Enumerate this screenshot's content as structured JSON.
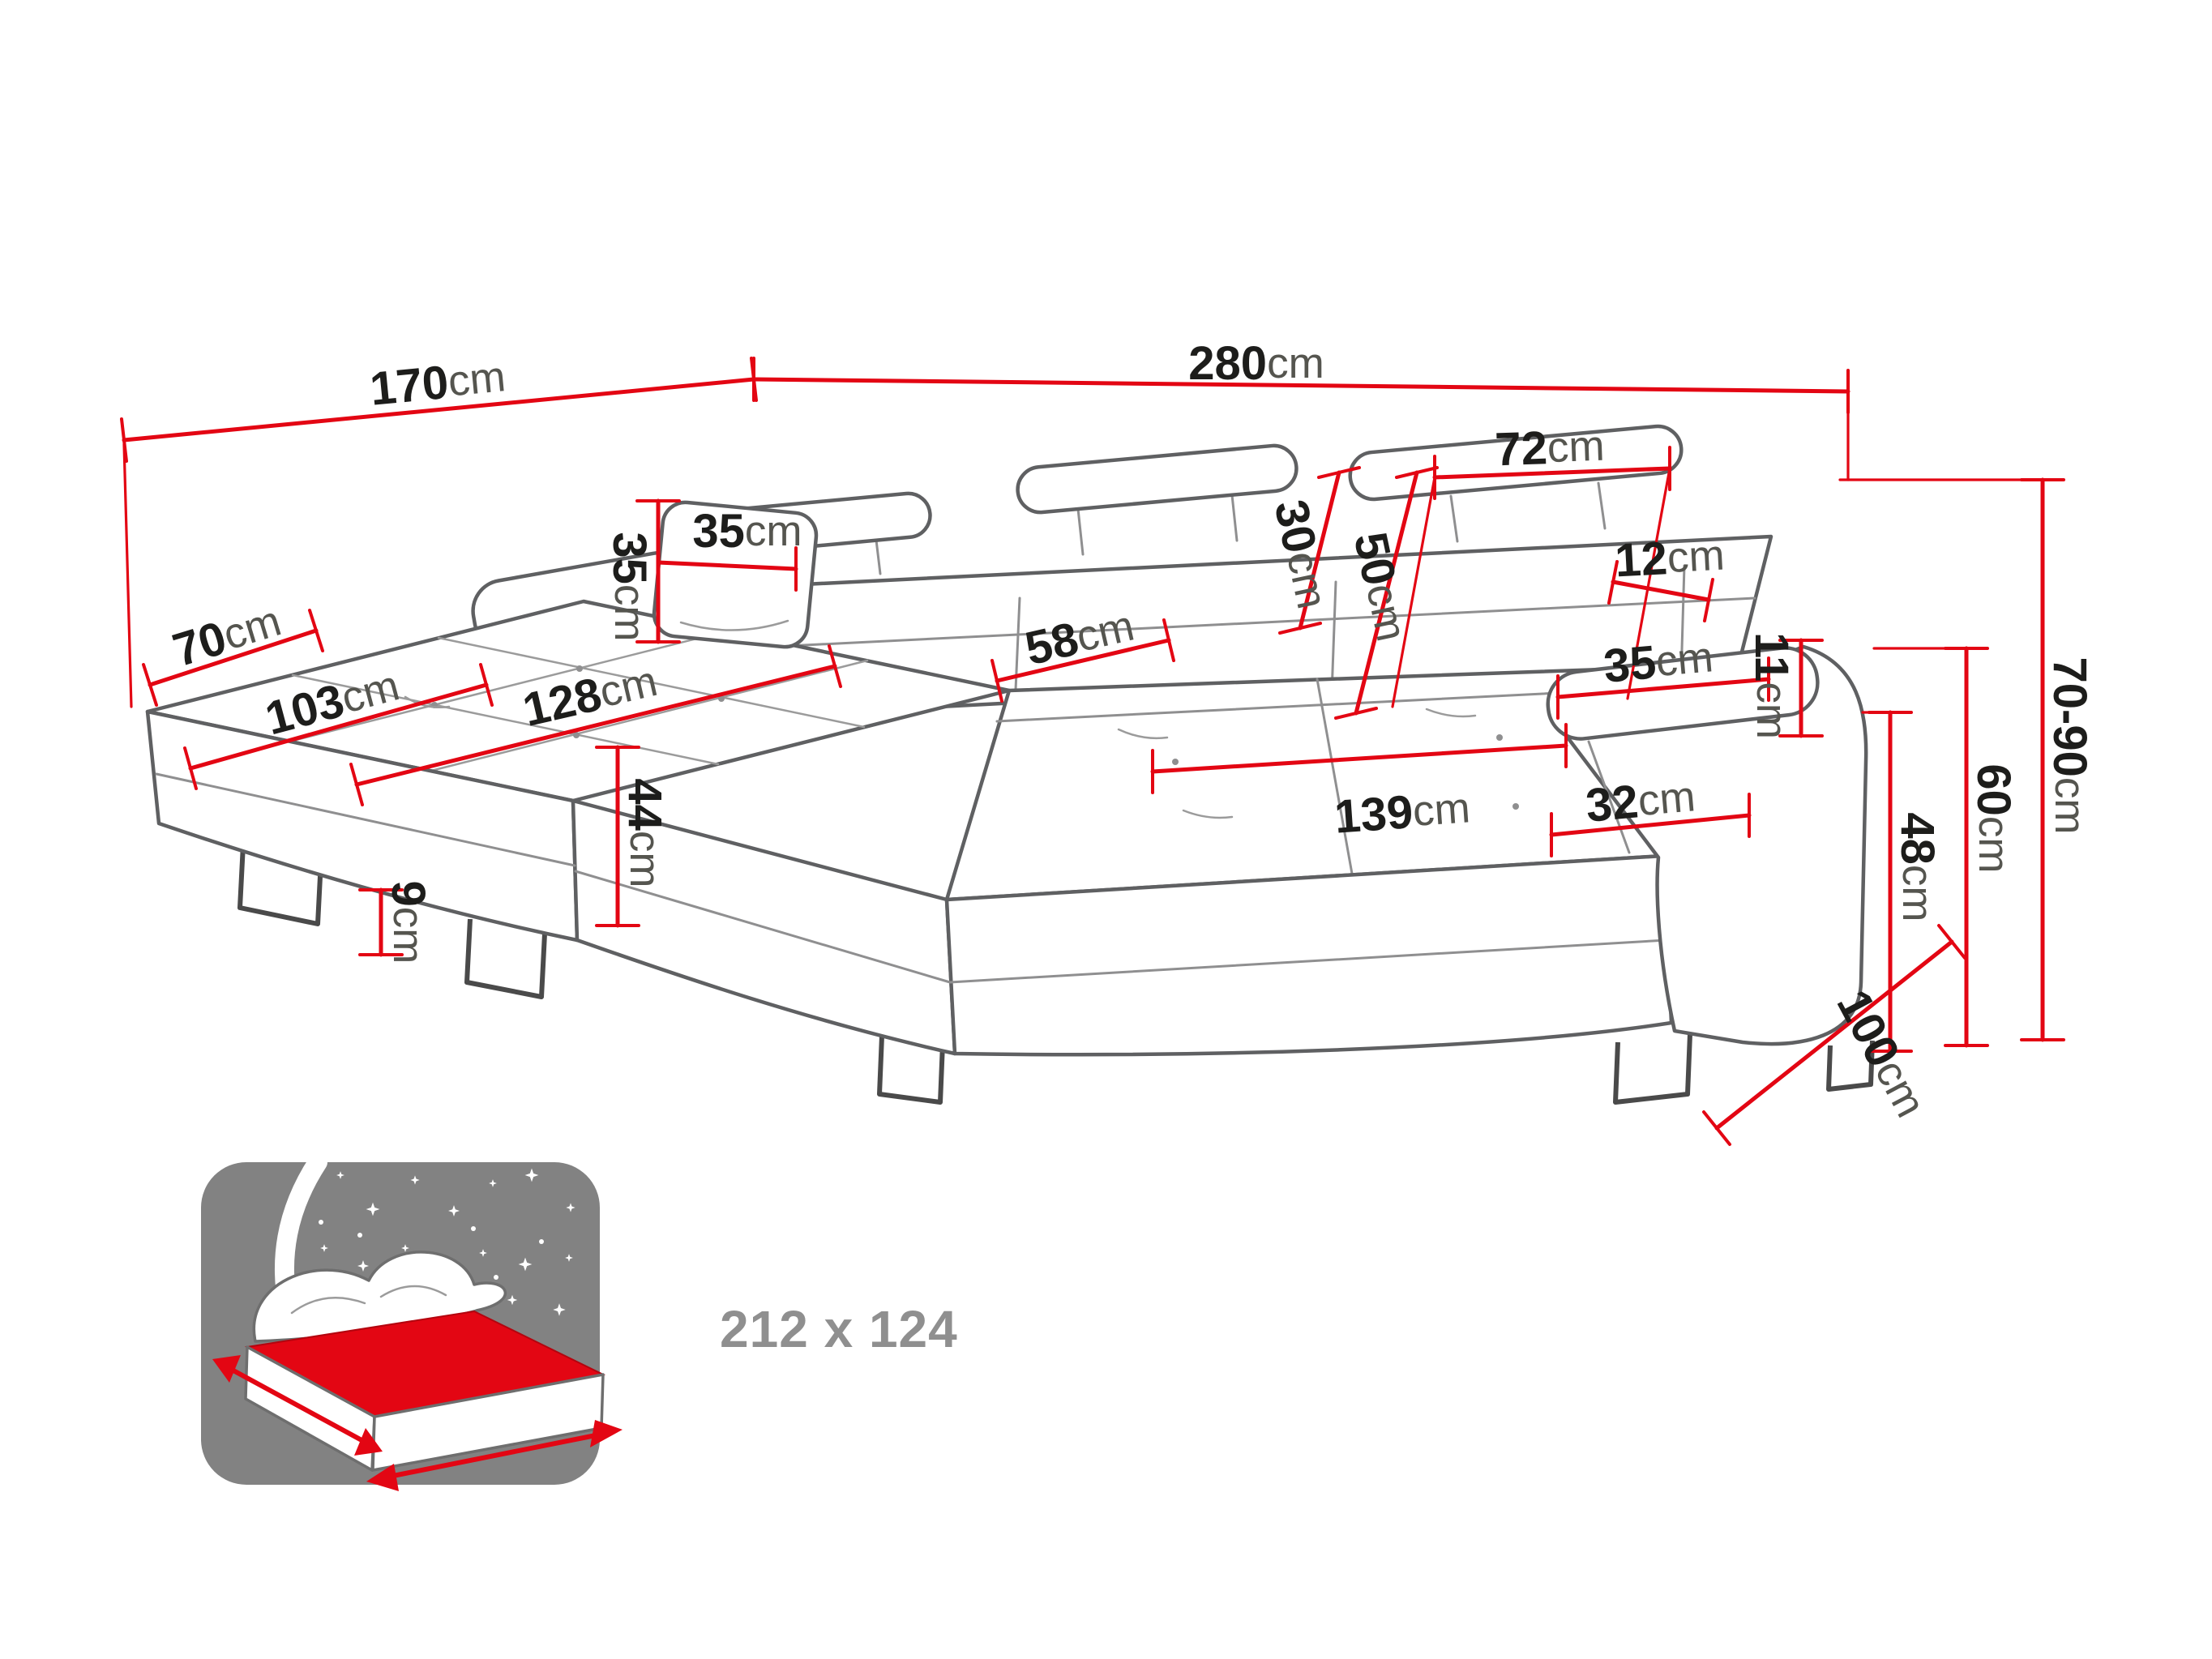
{
  "diagram": {
    "title": "corner-sofa-dimensions",
    "accent_color": "#e30613",
    "outline_color": "#5f6062",
    "text_color": "#1d1d1b",
    "unit": "cm",
    "dims": {
      "chaise_length": {
        "num": "170",
        "unit": "cm"
      },
      "total_width": {
        "num": "280",
        "unit": "cm"
      },
      "headrest_width": {
        "num": "72",
        "unit": "cm"
      },
      "headrest_thickness": {
        "num": "12",
        "unit": "cm"
      },
      "pillow_width": {
        "num": "35",
        "unit": "cm"
      },
      "pillow_height": {
        "num": "35",
        "unit": "cm"
      },
      "chaise_end_width": {
        "num": "70",
        "unit": "cm"
      },
      "chaise_seat_width": {
        "num": "103",
        "unit": "cm"
      },
      "chaise_seat_length": {
        "num": "128",
        "unit": "cm"
      },
      "seat_depth": {
        "num": "58",
        "unit": "cm"
      },
      "headrest_height": {
        "num": "30",
        "unit": "cm"
      },
      "backrest_height": {
        "num": "50",
        "unit": "cm"
      },
      "armrest_depth": {
        "num": "35",
        "unit": "cm"
      },
      "armrest_pad_height": {
        "num": "11",
        "unit": "cm"
      },
      "seat_width": {
        "num": "139",
        "unit": "cm"
      },
      "armrest_width": {
        "num": "32",
        "unit": "cm"
      },
      "seat_height": {
        "num": "44",
        "unit": "cm"
      },
      "leg_height": {
        "num": "9",
        "unit": "cm"
      },
      "armrest_total_height": {
        "num": "48",
        "unit": "cm"
      },
      "back_height": {
        "num": "60",
        "unit": "cm"
      },
      "total_height": {
        "num": "70-90",
        "unit": "cm"
      },
      "depth": {
        "num": "100",
        "unit": "cm"
      }
    },
    "sleeping_area": {
      "label": "212 x 124"
    }
  }
}
